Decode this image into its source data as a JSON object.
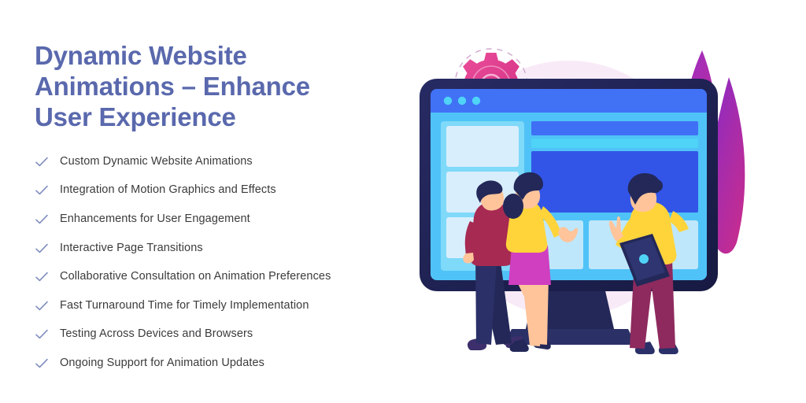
{
  "headline": "Dynamic Website Animations – Enhance User Experience",
  "features": [
    {
      "icon": "check-icon",
      "label": "Custom Dynamic Website Animations"
    },
    {
      "icon": "check-icon",
      "label": "Integration of Motion Graphics and Effects"
    },
    {
      "icon": "check-icon",
      "label": "Enhancements for User Engagement"
    },
    {
      "icon": "check-icon",
      "label": "Interactive Page Transitions"
    },
    {
      "icon": "check-icon",
      "label": "Collaborative Consultation on Animation Preferences"
    },
    {
      "icon": "check-icon",
      "label": "Fast Turnaround Time for Timely Implementation"
    },
    {
      "icon": "check-icon",
      "label": "Testing Across Devices and Browsers"
    },
    {
      "icon": "check-icon",
      "label": "Ongoing Support for Animation Updates"
    }
  ],
  "illustration": {
    "name": "team-reviewing-website-on-monitor",
    "elements": [
      "pink-circle-backdrop",
      "gear-icon-large",
      "gear-icon-small",
      "dashed-circle-large",
      "dashed-circle-small",
      "purple-leaf-tall",
      "purple-leaf-short",
      "desktop-monitor",
      "browser-window",
      "person-maroon-shirt",
      "person-yellow-top-magenta-skirt",
      "person-yellow-shirt-with-tablet"
    ]
  },
  "colors": {
    "page_background": "#ffffff",
    "headline": "#5a69ad",
    "feature_text": "#3b3b3d",
    "check_mark": "#7e8cbe",
    "backdrop_pink": "#f7e9f6",
    "gear_pink": "#e0408c",
    "gear_pink_dark": "#d02f84",
    "leaf_purple": "#9b2fc6",
    "leaf_magenta": "#c32a8f",
    "monitor_frame": "#1f2252",
    "screen_blue": "#3f6ff5",
    "screen_cyan": "#48c8f5",
    "screen_pale": "#c8e9fb",
    "accent_yellow": "#ffd43b",
    "accent_maroon": "#a72a52",
    "accent_magenta": "#cf3fc0",
    "skin_tone": "#ffc49a",
    "hair_navy": "#1f2252"
  }
}
